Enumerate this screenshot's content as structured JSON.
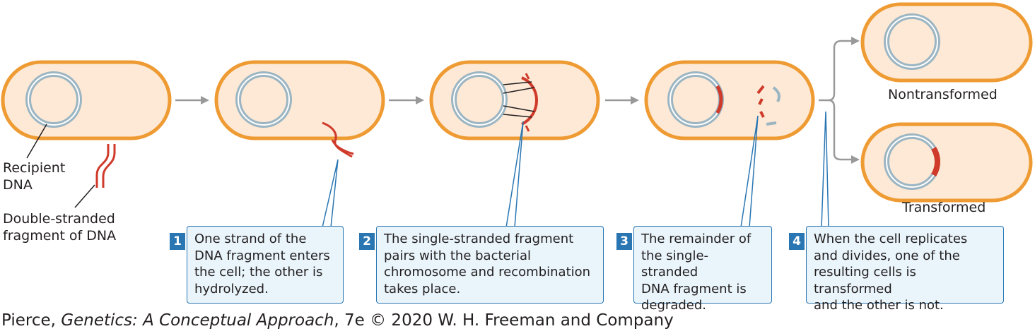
{
  "labels": {
    "recipient_dna": "Recipient\nDNA",
    "double_stranded": "Double-stranded\nfragment of DNA",
    "nontransformed": "Nontransformed",
    "transformed": "Transformed"
  },
  "steps": [
    {
      "number": "1",
      "text": "One strand of the\nDNA fragment enters\nthe cell; the other is\nhydrolyzed."
    },
    {
      "number": "2",
      "text": "The single-stranded fragment\npairs with the bacterial\nchromosome and recombination\ntakes place."
    },
    {
      "number": "3",
      "text": "The remainder of\nthe single-stranded\nDNA fragment is\ndegraded."
    },
    {
      "number": "4",
      "text": "When the cell replicates\nand divides, one of the\nresulting cells is transformed\nand the other is not."
    }
  ],
  "credit": {
    "prefix": "Pierce, ",
    "title": "Genetics: A Conceptual Approach",
    "suffix": ", 7e © 2020 W. H. Freeman and Company"
  },
  "colors": {
    "cell_fill": "#fde9d6",
    "cell_border": "#ef9b34",
    "chromosome": "#9bb5c2",
    "donor_dna": "#cf3a2a",
    "arrow": "#999999",
    "box_border": "#2a76b3",
    "box_fill": "#e9f5fb"
  }
}
